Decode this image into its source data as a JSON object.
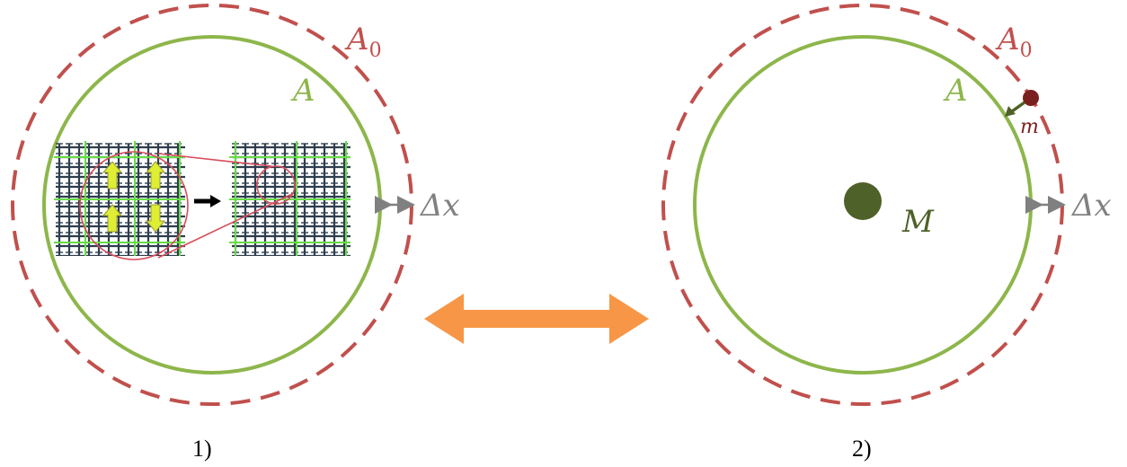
{
  "panels": [
    {
      "caption": "1)",
      "outer_circle_label": "A",
      "outer_circle_subscript": "0",
      "inner_circle_label": "A",
      "gap_label": "Δx"
    },
    {
      "caption": "2)",
      "outer_circle_label": "A",
      "outer_circle_subscript": "0",
      "inner_circle_label": "A",
      "gap_label": "Δx",
      "central_mass_label": "M",
      "test_mass_label": "m"
    }
  ],
  "colors": {
    "outer_dashed": "#c0504d",
    "inner_circle": "#8db64b",
    "label_red": "#c0504d",
    "label_green": "#8db64b",
    "gap_gray": "#808080",
    "mass_dark": "#4e6128",
    "test_mass": "#7a1f1f",
    "double_arrow": "#f79646",
    "lattice_line": "#2e3e4e",
    "lattice_grid": "#66dd44",
    "yellow_arrow": "#ddee33"
  },
  "icons": {
    "double_arrow": "double-headed-arrow-icon"
  }
}
